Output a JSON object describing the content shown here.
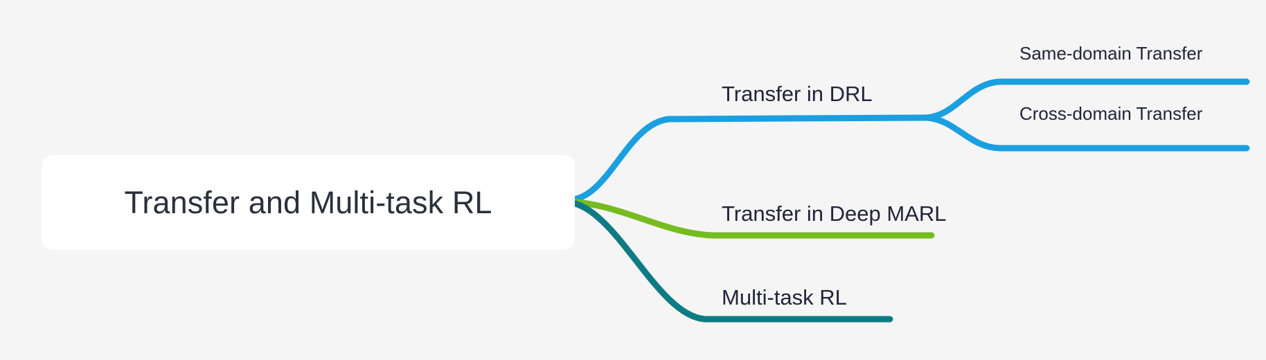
{
  "diagram": {
    "type": "mind-map",
    "title": "Transfer and Multi-task RL",
    "background_color": "#f5f5f5",
    "text_color": "#22243a",
    "root": {
      "label": "Transfer and Multi-task RL",
      "background_color": "#ffffff"
    },
    "branches": [
      {
        "label": "Transfer in DRL",
        "color": "#1a9fe0",
        "children": [
          {
            "label": "Same-domain Transfer",
            "color": "#1a9fe0"
          },
          {
            "label": "Cross-domain Transfer",
            "color": "#1a9fe0"
          }
        ]
      },
      {
        "label": "Transfer in Deep MARL",
        "color": "#76bc21",
        "children": []
      },
      {
        "label": "Multi-task RL",
        "color": "#0d7b84",
        "children": []
      }
    ]
  }
}
